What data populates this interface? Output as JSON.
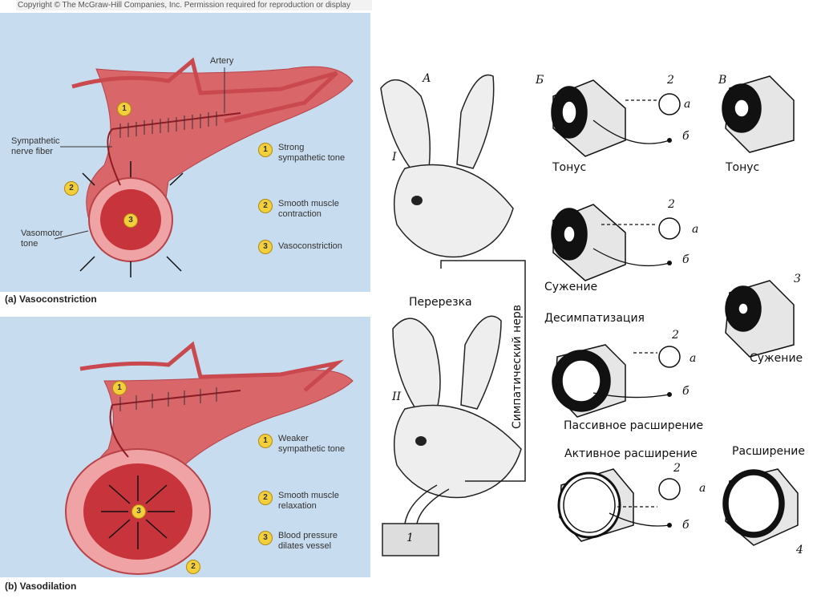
{
  "copyright": "Copyright © The McGraw-Hill Companies, Inc. Permission required for reproduction or display",
  "panel_a": {
    "caption": "(a) Vasoconstriction",
    "artery": "Artery",
    "nerve_fiber": "Sympathetic nerve fiber",
    "vasomotor": "Vasomotor tone",
    "legend": [
      "Strong sympathetic tone",
      "Smooth muscle contraction",
      "Vasoconstriction"
    ]
  },
  "panel_b": {
    "caption": "(b) Vasodilation",
    "legend": [
      "Weaker sympathetic tone",
      "Smooth muscle relaxation",
      "Blood pressure dilates vessel"
    ]
  },
  "numbers": [
    "1",
    "2",
    "3"
  ],
  "right": {
    "letter_a": "А",
    "letter_b": "Б",
    "letter_v": "В",
    "roman_1": "I",
    "roman_2": "II",
    "cut": "Перерезка",
    "nerve": "Симпатический нерв",
    "box_1": "1",
    "tonus_b": "Тонус",
    "tonus_v": "Тонус",
    "constriction": "Сужение",
    "desympathization": "Десимпатизация",
    "passive": "Пассивное расширение",
    "active": "Активное расширение",
    "dilation": "Расширение",
    "constriction_3": "Сужение",
    "num_2": "2",
    "num_3": "3",
    "num_4": "4",
    "a": "а",
    "b": "б"
  }
}
